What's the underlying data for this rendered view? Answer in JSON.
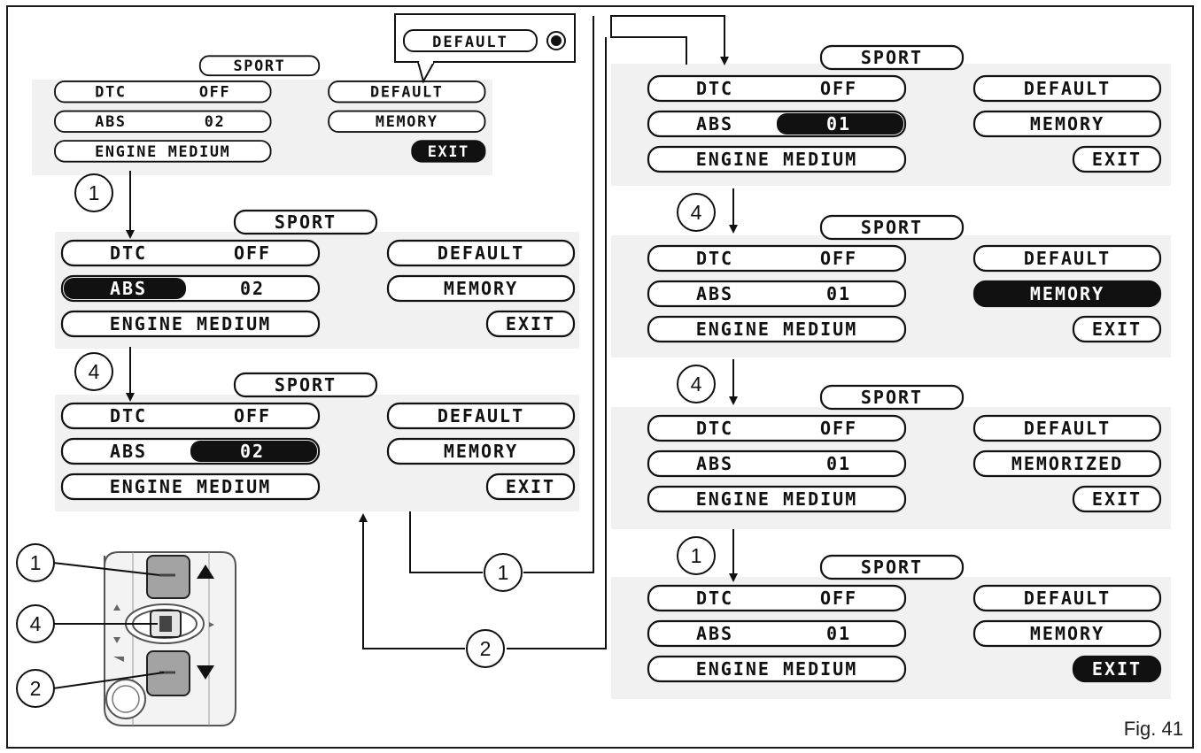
{
  "figure_label": "Fig. 41",
  "default_inset": {
    "label": "DEFAULT"
  },
  "callouts": [
    "1",
    "2",
    "4"
  ],
  "screens": [
    {
      "id": "s1",
      "mode": "SPORT",
      "dtc": "DTC",
      "dtc_value": "OFF",
      "abs": "ABS",
      "abs_value": "02",
      "engine": "ENGINE",
      "engine_value": "MEDIUM",
      "default": "DEFAULT",
      "memory": "MEMORY",
      "exit": "EXIT",
      "highlight": "exit"
    },
    {
      "id": "s2",
      "mode": "SPORT",
      "dtc": "DTC",
      "dtc_value": "OFF",
      "abs": "ABS",
      "abs_value": "02",
      "engine": "ENGINE",
      "engine_value": "MEDIUM",
      "default": "DEFAULT",
      "memory": "MEMORY",
      "exit": "EXIT",
      "highlight": "abs_label"
    },
    {
      "id": "s3",
      "mode": "SPORT",
      "dtc": "DTC",
      "dtc_value": "OFF",
      "abs": "ABS",
      "abs_value": "02",
      "engine": "ENGINE",
      "engine_value": "MEDIUM",
      "default": "DEFAULT",
      "memory": "MEMORY",
      "exit": "EXIT",
      "highlight": "abs_value"
    },
    {
      "id": "s4",
      "mode": "SPORT",
      "dtc": "DTC",
      "dtc_value": "OFF",
      "abs": "ABS",
      "abs_value": "01",
      "engine": "ENGINE",
      "engine_value": "MEDIUM",
      "default": "DEFAULT",
      "memory": "MEMORY",
      "exit": "EXIT",
      "highlight": "abs_value"
    },
    {
      "id": "s5",
      "mode": "SPORT",
      "dtc": "DTC",
      "dtc_value": "OFF",
      "abs": "ABS",
      "abs_value": "01",
      "engine": "ENGINE",
      "engine_value": "MEDIUM",
      "default": "DEFAULT",
      "memory": "MEMORY",
      "exit": "EXIT",
      "highlight": "memory"
    },
    {
      "id": "s6",
      "mode": "SPORT",
      "dtc": "DTC",
      "dtc_value": "OFF",
      "abs": "ABS",
      "abs_value": "01",
      "engine": "ENGINE",
      "engine_value": "MEDIUM",
      "default": "DEFAULT",
      "memory": "MEMORIZED",
      "exit": "EXIT",
      "highlight": "none"
    },
    {
      "id": "s7",
      "mode": "SPORT",
      "dtc": "DTC",
      "dtc_value": "OFF",
      "abs": "ABS",
      "abs_value": "01",
      "engine": "ENGINE",
      "engine_value": "MEDIUM",
      "default": "DEFAULT",
      "memory": "MEMORY",
      "exit": "EXIT",
      "highlight": "exit"
    }
  ],
  "colors": {
    "ink": "#111111",
    "panel": "#f1f1f1",
    "switch_gray": "#9a9a9a",
    "background": "#ffffff"
  }
}
